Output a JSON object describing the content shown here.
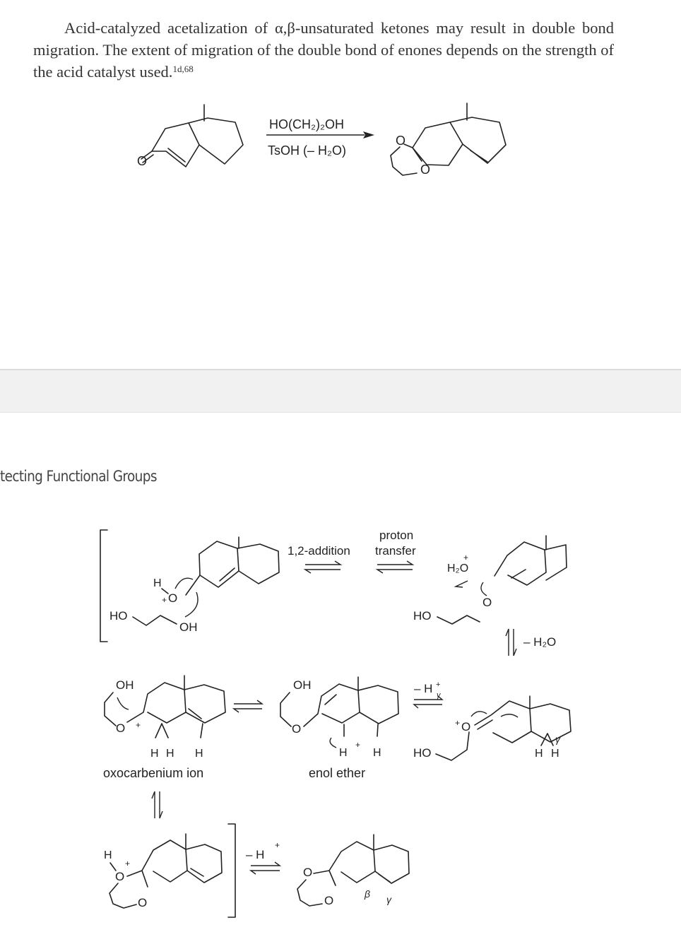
{
  "paragraph": {
    "text": "Acid-catalyzed acetalization of α,β-unsaturated ketones may result in double bond migration. The extent of migration of the double bond of enones depends on the strength of the acid catalyst used.",
    "ref": "1d,68"
  },
  "reaction_top": {
    "reagent": "HO(CH₂)₂OH",
    "catalyst": "TsOH (– H₂O)",
    "ketone_O": "O",
    "acetal_O1": "O",
    "acetal_O2": "O"
  },
  "running_head": "tecting Functional Groups",
  "mechanism": {
    "step1_label": "1,2-addition",
    "step2_label_1": "proton",
    "step2_label_2": "transfer",
    "minus_water": "– H₂O",
    "minus_h_gamma": "– H",
    "minus_h": "– H",
    "plus": "+",
    "oxocarbenium_label": "oxocarbenium ion",
    "enol_ether_label": "enol ether",
    "ho": "HO",
    "oh": "OH",
    "h": "H",
    "o": "O",
    "h2o": "H₂O",
    "beta": "β",
    "gamma": "γ"
  }
}
